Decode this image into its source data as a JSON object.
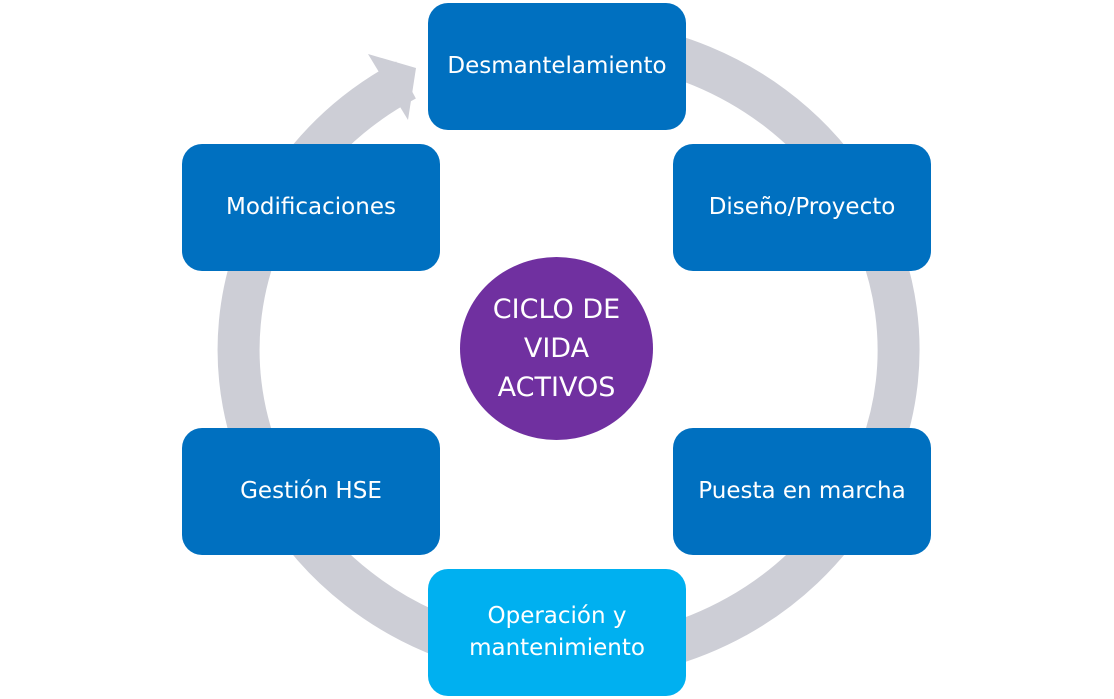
{
  "diagram": {
    "center": {
      "label": "CICLO DE\nVIDA\nACTIVOS",
      "color": "#7030A0"
    },
    "ring_color": "#CDCED6",
    "nodes": [
      {
        "label": "Desmantelamiento",
        "color": "#0070C0"
      },
      {
        "label": "Diseño/Proyecto",
        "color": "#0070C0"
      },
      {
        "label": "Puesta en marcha",
        "color": "#0070C0"
      },
      {
        "label": "Operación y\nmantenimiento",
        "color": "#00B0F0"
      },
      {
        "label": "Gestión HSE",
        "color": "#0070C0"
      },
      {
        "label": "Modificaciones",
        "color": "#0070C0"
      }
    ]
  }
}
